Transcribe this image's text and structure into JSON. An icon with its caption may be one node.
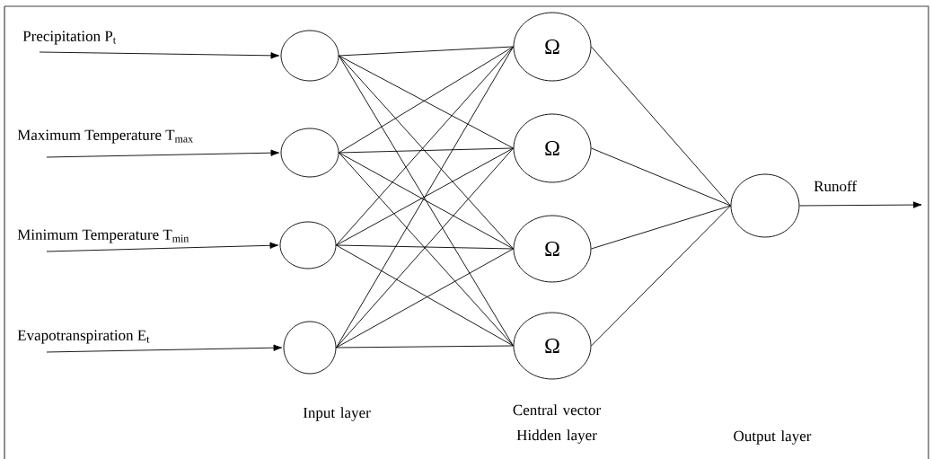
{
  "diagram": {
    "nodes": [
      {
        "text": [],
        "shape": "circle"
      },
      {
        "text": [],
        "shape": "circle"
      },
      {
        "text": [],
        "shape": "circle"
      },
      {
        "text": [],
        "shape": "circle"
      },
      {
        "text": [
          "Ω"
        ]
      },
      {
        "text": [
          "Ω"
        ]
      },
      {
        "text": [
          "Ω"
        ]
      },
      {
        "text": [
          "Ω"
        ]
      },
      {
        "text": [],
        "shape": "circle"
      }
    ],
    "edges": [
      {
        "from": null,
        "to": 0,
        "arrow": "to",
        "label": "Precipitation P$_{t}$"
      },
      {
        "from": null,
        "to": 1,
        "arrow": "to",
        "label": "Maximum Temperature T$_{max}$"
      },
      {
        "from": null,
        "to": 2,
        "arrow": "to",
        "label": "Minimum Temperature T$_{min}$"
      },
      {
        "from": null,
        "to": 3,
        "arrow": "to",
        "label": "Evapotranspiration E$_{t}$"
      },
      {
        "from": 0,
        "to": 4,
        "arrow": "none"
      },
      {
        "from": 0,
        "to": 5,
        "arrow": "none"
      },
      {
        "from": 0,
        "to": 6,
        "arrow": "none"
      },
      {
        "from": 0,
        "to": 7,
        "arrow": "none"
      },
      {
        "from": 1,
        "to": 4,
        "arrow": "none"
      },
      {
        "from": 1,
        "to": 5,
        "arrow": "none"
      },
      {
        "from": 1,
        "to": 6,
        "arrow": "none"
      },
      {
        "from": 1,
        "to": 7,
        "arrow": "none"
      },
      {
        "from": 2,
        "to": 4,
        "arrow": "none"
      },
      {
        "from": 2,
        "to": 5,
        "arrow": "none"
      },
      {
        "from": 2,
        "to": 6,
        "arrow": "none"
      },
      {
        "from": 2,
        "to": 7,
        "arrow": "none"
      },
      {
        "from": 3,
        "to": 4,
        "arrow": "none"
      },
      {
        "from": 3,
        "to": 5,
        "arrow": "none"
      },
      {
        "from": 3,
        "to": 6,
        "arrow": "none"
      },
      {
        "from": 3,
        "to": 7,
        "arrow": "none"
      },
      {
        "from": 4,
        "to": 8,
        "arrow": "none"
      },
      {
        "from": 5,
        "to": 8,
        "arrow": "none"
      },
      {
        "from": 6,
        "to": 8,
        "arrow": "none"
      },
      {
        "from": 7,
        "to": 8,
        "arrow": "none"
      },
      {
        "from": 8,
        "to": null,
        "arrow": "to",
        "label": "Runoff"
      }
    ],
    "labels": [
      "Input layer",
      "Central vector Hidden layer",
      "Output layer"
    ]
  }
}
